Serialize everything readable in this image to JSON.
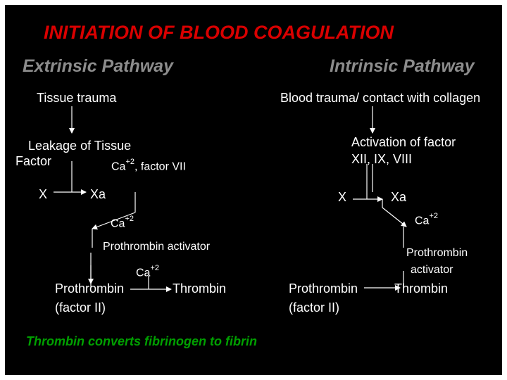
{
  "title": "INITIATION OF BLOOD COAGULATION",
  "extrinsic": {
    "heading": "Extrinsic Pathway",
    "trigger": "Tissue trauma",
    "leakage_line1": "Leakage of Tissue",
    "leakage_line2": "Factor",
    "cofactor_base": "Ca",
    "cofactor_sup": "+2",
    "cofactor_rest": ", factor VII",
    "x": "X",
    "xa": "Xa",
    "ca_base": "Ca",
    "ca_sup": "+2",
    "activator": "Prothrombin activator",
    "ca2_base": "Ca",
    "ca2_sup": "+2",
    "prothrombin": "Prothrombin",
    "factor_ii": "(factor II)",
    "thrombin": "Thrombin"
  },
  "intrinsic": {
    "heading": "Intrinsic Pathway",
    "trigger": "Blood trauma/ contact with collagen",
    "activation_line1": "Activation of  factor",
    "activation_line2": "XII, IX, VIII",
    "x": "X",
    "xa": "Xa",
    "ca_base": "Ca",
    "ca_sup": "+2",
    "activator_line1": "Prothrombin",
    "activator_line2": "activator",
    "prothrombin": "Prothrombin",
    "factor_ii": "(factor II)",
    "thrombin": "Thrombin"
  },
  "footer": "Thrombin converts fibrinogen to fibrin",
  "colors": {
    "background": "#000000",
    "title": "#d90000",
    "heading": "#8c8c8c",
    "text": "#ffffff",
    "footer": "#00a000"
  }
}
